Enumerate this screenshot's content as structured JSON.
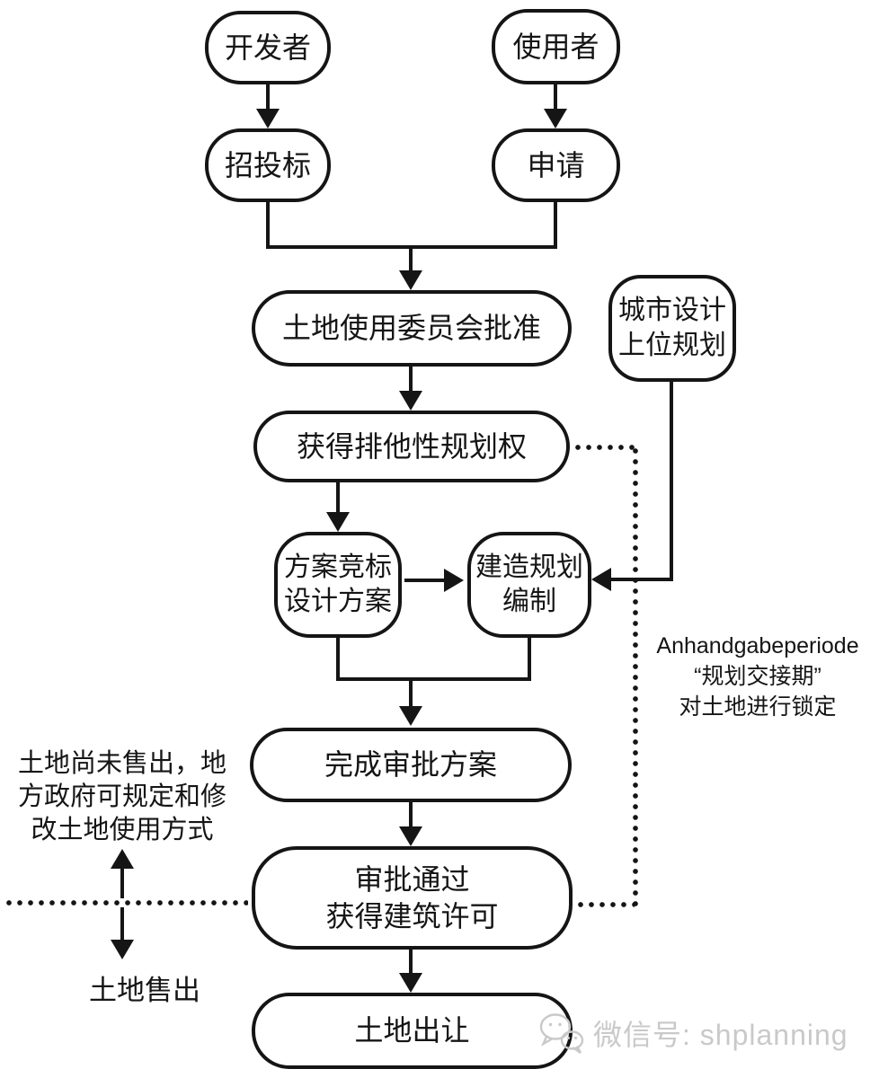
{
  "diagram": {
    "nodes": {
      "developer": "开发者",
      "user": "使用者",
      "bidding": "招投标",
      "application": "申请",
      "committee": "土地使用委员会批准",
      "exclusive": "获得排他性规划权",
      "scheme": "方案竞标\n设计方案",
      "construction": "建造规划\n编制",
      "urban": "城市设计\n上位规划",
      "complete": "完成审批方案",
      "approval": "审批通过\n获得建筑许可",
      "transfer": "土地出让"
    },
    "annotations": {
      "left_note": "土地尚未售出，地\n方政府可规定和修\n改土地使用方式",
      "sold_label": "土地售出",
      "anhandgabe_note": "Anhandgabeperiode\n“规划交接期”\n对土地进行锁定"
    },
    "watermark": {
      "icon": "wechat-icon",
      "text": "微信号: shplanning"
    },
    "colors": {
      "line": "#151515",
      "background": "#ffffff",
      "watermark_gray": "#c9c9c9"
    }
  }
}
